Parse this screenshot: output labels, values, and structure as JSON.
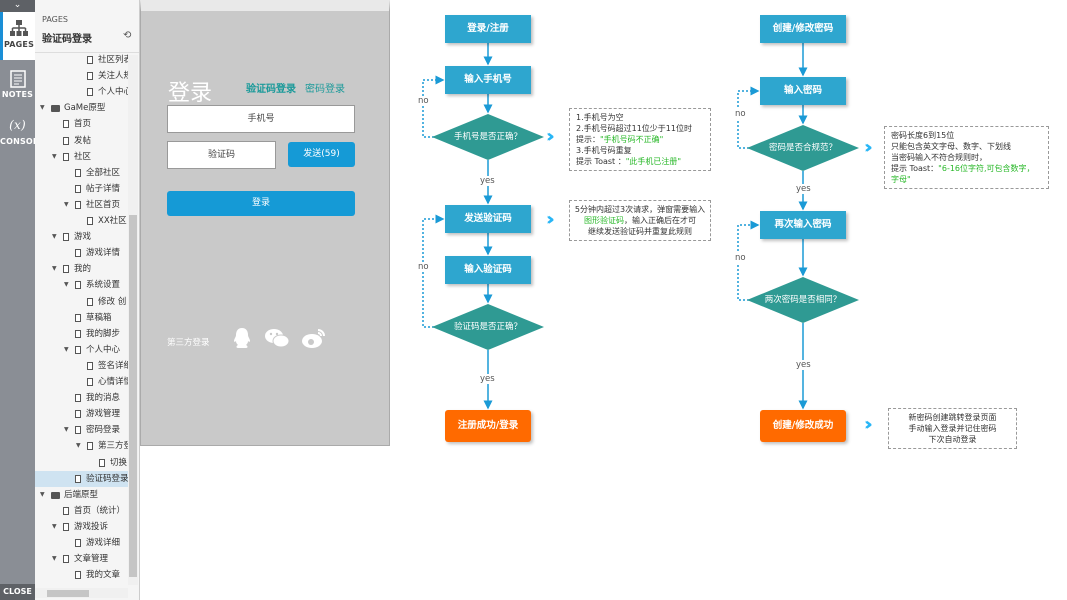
{
  "iconbar": {
    "collapse": "⌄",
    "pages": "PAGES",
    "notes": "NOTES",
    "console_glyph": "(x)",
    "console": "CONSOLE",
    "close": "CLOSE"
  },
  "pages_panel": {
    "header": "PAGES",
    "current": "验证码登录",
    "add_icon": "⟲",
    "tree": [
      {
        "label": "社区列表规",
        "level": 3,
        "type": "page"
      },
      {
        "label": "关注人规则",
        "level": 3,
        "type": "page"
      },
      {
        "label": "个人中心规",
        "level": 3,
        "type": "page"
      },
      {
        "label": "GaMe原型",
        "level": 0,
        "type": "folder",
        "expanded": true
      },
      {
        "label": "首页",
        "level": 1,
        "type": "page"
      },
      {
        "label": "发帖",
        "level": 1,
        "type": "page"
      },
      {
        "label": "社区",
        "level": 1,
        "type": "page",
        "expanded": true
      },
      {
        "label": "全部社区",
        "level": 2,
        "type": "page"
      },
      {
        "label": "帖子详情",
        "level": 2,
        "type": "page"
      },
      {
        "label": "社区首页",
        "level": 2,
        "type": "page",
        "expanded": true
      },
      {
        "label": "XX社区",
        "level": 3,
        "type": "page"
      },
      {
        "label": "游戏",
        "level": 1,
        "type": "page",
        "expanded": true
      },
      {
        "label": "游戏详情",
        "level": 2,
        "type": "page"
      },
      {
        "label": "我的",
        "level": 1,
        "type": "page",
        "expanded": true
      },
      {
        "label": "系统设置",
        "level": 2,
        "type": "page",
        "expanded": true
      },
      {
        "label": "修改 创",
        "level": 3,
        "type": "page"
      },
      {
        "label": "草稿箱",
        "level": 2,
        "type": "page"
      },
      {
        "label": "我的脚步",
        "level": 2,
        "type": "page"
      },
      {
        "label": "个人中心",
        "level": 2,
        "type": "page",
        "expanded": true
      },
      {
        "label": "签名详细",
        "level": 3,
        "type": "page"
      },
      {
        "label": "心情详情",
        "level": 3,
        "type": "page"
      },
      {
        "label": "我的消息",
        "level": 2,
        "type": "page"
      },
      {
        "label": "游戏管理",
        "level": 2,
        "type": "page"
      },
      {
        "label": "密码登录",
        "level": 2,
        "type": "page",
        "expanded": true
      },
      {
        "label": "第三方登",
        "level": 3,
        "type": "page",
        "expanded": true
      },
      {
        "label": "切换",
        "level": 4,
        "type": "page"
      },
      {
        "label": "验证码登录",
        "level": 2,
        "type": "page",
        "selected": true
      },
      {
        "label": "后端原型",
        "level": 0,
        "type": "folder",
        "expanded": true
      },
      {
        "label": "首页（统计）",
        "level": 1,
        "type": "page"
      },
      {
        "label": "游戏投诉",
        "level": 1,
        "type": "page",
        "expanded": true
      },
      {
        "label": "游戏详细",
        "level": 2,
        "type": "page"
      },
      {
        "label": "文章管理",
        "level": 1,
        "type": "page",
        "expanded": true
      },
      {
        "label": "我的文章",
        "level": 2,
        "type": "page"
      }
    ]
  },
  "mockup": {
    "title": "登录",
    "tab_sms": "验证码登录",
    "tab_password": "密码登录",
    "phone_placeholder": "手机号",
    "code_placeholder": "验证码",
    "send_button": "发送(59)",
    "login_button": "登录",
    "third_party": "第三方登录",
    "icons": [
      "qq-icon",
      "wechat-icon",
      "weibo-icon"
    ]
  },
  "flow_left": {
    "start": "登录/注册",
    "input_phone": "输入手机号",
    "check_phone": "手机号是否正确？",
    "send_code": "发送验证码",
    "input_code": "输入验证码",
    "check_code": "验证码是否正确？",
    "success": "注册成功/登录",
    "no1": "no",
    "yes1": "yes",
    "no2": "no",
    "yes2": "yes",
    "note1": {
      "l1": "1.手机号为空",
      "l2": "2.手机号码超过11位少于11位时",
      "l3a": "提示：",
      "l3b": "\"手机号码不正确\"",
      "l4": "3.手机号码重复",
      "l5a": "提示 Toast ：",
      "l5b": "\"此手机已注册\""
    },
    "note2": {
      "l1": "5分钟内超过3次请求，弹窗需要输入",
      "l2a": "图形验证码",
      "l2b": "，输入正确后在才可",
      "l3": "继续发送验证码并重复此规则"
    }
  },
  "flow_right": {
    "start": "创建/修改密码",
    "input_pwd": "输入密码",
    "check_pwd": "密码是否合规范？",
    "reinput": "再次输入密码",
    "check_same": "两次密码是否相同？",
    "success": "创建/修改成功",
    "no1": "no",
    "yes1": "yes",
    "no2": "no",
    "yes2": "yes",
    "note1": {
      "l1": "密码长度6到15位",
      "l2": "只能包含英文字母、数字、下划线",
      "l3": "当密码输入不符合规则时，",
      "l4a": "提示 Toast：",
      "l4b": "\"6-16位字符,可包含数字，字母\""
    },
    "note2": {
      "l1": "新密码创建跳转登录页面",
      "l2": "手动输入登录并记住密码",
      "l3": "下次自动登录"
    }
  },
  "colors": {
    "node": "#2ea6cf",
    "decision": "#2f9a93",
    "success": "#ff6a00",
    "accent": "#159ad6",
    "hint_green": "#2ab82a"
  }
}
